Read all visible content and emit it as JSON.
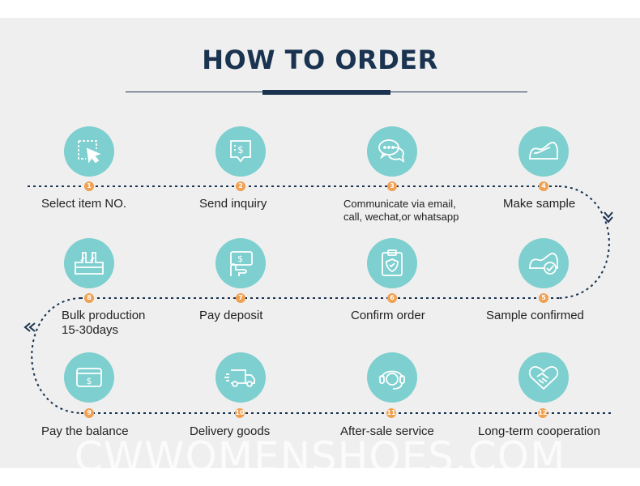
{
  "title": "HOW TO ORDER",
  "watermark": "CWWOMENSHOES.COM",
  "colors": {
    "circle": "#7ecfcf",
    "badge": "#f0a050",
    "path": "#1a3350",
    "title": "#1a3350"
  },
  "steps": [
    {
      "num": "1",
      "label": "Select item NO.",
      "icon": "cursor-select-icon"
    },
    {
      "num": "2",
      "label": "Send inquiry",
      "icon": "price-tag-inquiry-icon"
    },
    {
      "num": "3",
      "label": "Communicate via email,",
      "label2": "call, wechat,or whatsapp",
      "icon": "chat-bubbles-icon"
    },
    {
      "num": "4",
      "label": "Make sample",
      "icon": "shoe-icon"
    },
    {
      "num": "5",
      "label": "Sample confirmed",
      "icon": "shoe-check-icon"
    },
    {
      "num": "6",
      "label": "Confirm order",
      "icon": "clipboard-check-icon"
    },
    {
      "num": "7",
      "label": "Pay deposit",
      "icon": "hand-money-icon"
    },
    {
      "num": "8",
      "label": "Bulk production",
      "label2": "15-30days",
      "icon": "factory-icon"
    },
    {
      "num": "9",
      "label": "Pay the balance",
      "icon": "card-payment-icon"
    },
    {
      "num": "10",
      "label": "Delivery goods",
      "icon": "delivery-truck-icon"
    },
    {
      "num": "11",
      "label": "After-sale service",
      "icon": "headset-service-icon"
    },
    {
      "num": "12",
      "label": "Long-term cooperation",
      "icon": "handshake-heart-icon"
    }
  ]
}
